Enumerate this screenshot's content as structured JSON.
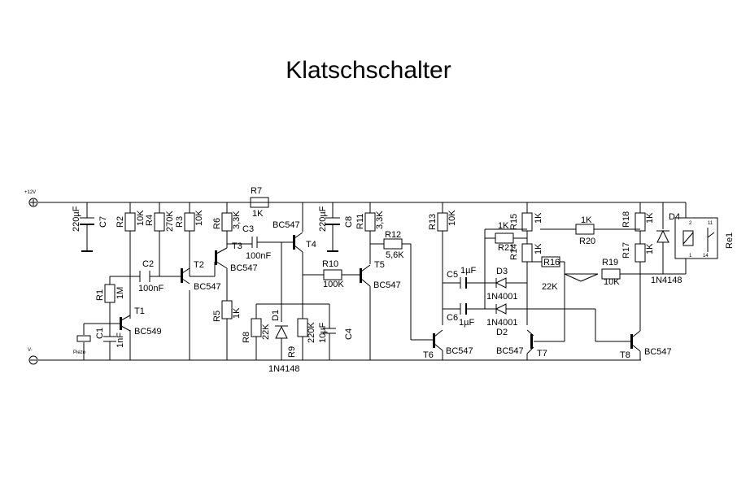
{
  "title": "Klatschschalter",
  "rails": {
    "plus": "+12V",
    "minus": "V-"
  },
  "labels": {
    "c7": "C7",
    "c7v": "220µF",
    "r2": "R2",
    "r4": "R4",
    "r4v": "10K",
    "r4v2": "270K",
    "r3": "R3",
    "r3v": "10K",
    "r6": "R6",
    "r6v": "3,3K",
    "r7": "R7",
    "r7v": "1K",
    "c3": "C3",
    "c3v": "100nF",
    "t4": "T4",
    "t4v": "BC547",
    "c8": "C8",
    "c8v": "220µF",
    "r11": "R11",
    "r11v": "3,3K",
    "r12": "R12",
    "r12v": "5,6K",
    "r13": "R13",
    "r13v": "10K",
    "r15": "R15",
    "r15v": "1K",
    "r20": "R20",
    "r20v": "1K",
    "r18": "R18",
    "r18v": "1K",
    "d4": "D4",
    "d4v": "1N4148",
    "re1": "Re1",
    "r21": "R21",
    "r21v": "1K",
    "r14": "R14",
    "r14v": "1K",
    "r17": "R17",
    "r17v": "1K",
    "r16": "R16",
    "r16v": "22K",
    "r19": "R19",
    "r19v": "10K",
    "c2": "C2",
    "c2v": "100nF",
    "t2": "T2",
    "t2v": "BC547",
    "t3": "T3",
    "t3v": "BC547",
    "r1": "R1",
    "r1v": "1M",
    "t1": "T1",
    "t1v": "BC549",
    "c1": "C1",
    "c1v": "1nF",
    "piezo": "Piezo",
    "r5": "R5",
    "r5v": "1K",
    "r8": "R8",
    "r8v": "22K",
    "d1": "D1",
    "d1v": "1N4148",
    "r9": "R9",
    "r9v": "220K",
    "c4": "C4",
    "c4v": "10µF",
    "r10": "R10",
    "r10v": "100K",
    "t5": "T5",
    "t5v": "BC547",
    "c5": "C5",
    "c5v": "1µF",
    "c6": "C6",
    "c6v": "1µF",
    "d3": "D3",
    "d3v": "1N4001",
    "d2": "D2",
    "d2v": "1N4001",
    "t6": "T6",
    "t6v": "BC547",
    "t7": "T7",
    "t7v": "BC547",
    "t8": "T8",
    "t8v": "BC547"
  }
}
